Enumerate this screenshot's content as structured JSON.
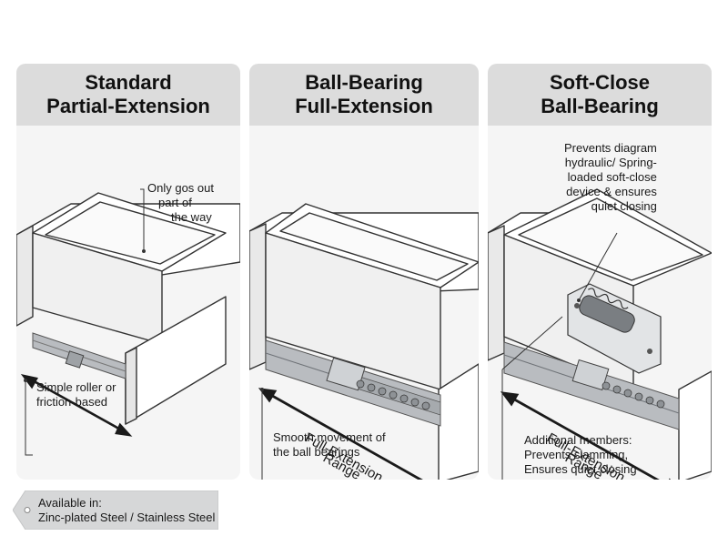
{
  "panels": [
    {
      "title_line1": "Standard",
      "title_line2": "Partial-Extension",
      "callout_top": [
        "Only gos out",
        "part of",
        "the way"
      ],
      "callout_bottom": [
        "Simple roller or",
        "friction-based"
      ]
    },
    {
      "title_line1": "Ball-Bearing",
      "title_line2": "Full-Extension",
      "range_label": [
        "Full-Extension",
        "Range"
      ],
      "callout_bottom": [
        "Smooth movement of",
        "the ball bearings"
      ]
    },
    {
      "title_line1": "Soft-Close",
      "title_line2": "Ball-Bearing",
      "callout_top": [
        "Prevents diagram",
        "hydraulic/  Spring-",
        "loaded soft-close",
        "device & ensures",
        "quiet closing"
      ],
      "range_label": [
        "Full-Extension",
        "Range"
      ],
      "callout_bottom": [
        "Additional members:",
        "Prevents slamming,",
        "Ensures quiet closing"
      ]
    }
  ],
  "footer_tag": {
    "line1": "Available in:",
    "line2": "Zinc-plated Steel / Stainless Steel"
  },
  "colors": {
    "panel_bg": "#f5f5f5",
    "header_bg": "#dcdcdc",
    "rail": "#b9bcc0",
    "line": "#333333"
  }
}
